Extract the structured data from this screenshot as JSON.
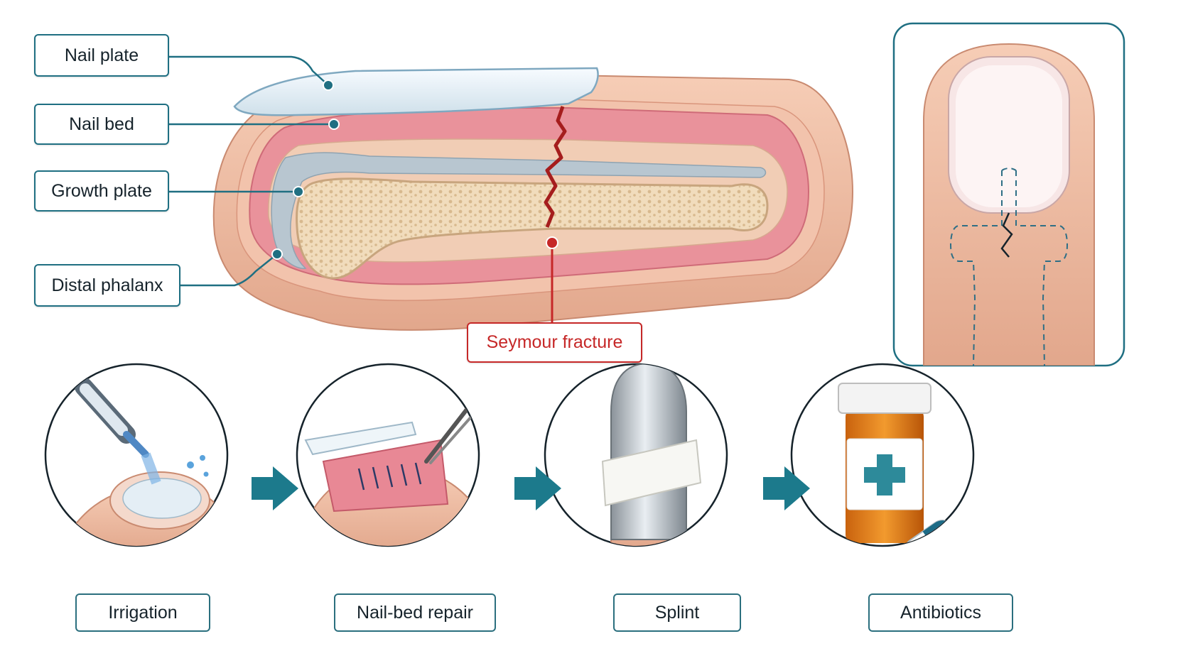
{
  "labels": {
    "nail_plate": "Nail plate",
    "nail_bed": "Nail bed",
    "growth_plate": "Growth plate",
    "distal_phalanx": "Distal phalanx",
    "seymour_fracture": "Seymour fracture"
  },
  "steps": [
    {
      "label": "Irrigation",
      "icon": "syringe-irrigation-icon"
    },
    {
      "label": "Nail-bed repair",
      "icon": "suture-forceps-icon"
    },
    {
      "label": "Splint",
      "icon": "finger-splint-icon"
    },
    {
      "label": "Antibiotics",
      "icon": "pill-bottle-icon"
    }
  ],
  "colors": {
    "label_border": "#1f6f82",
    "fracture_red": "#c62828",
    "arrow_teal": "#1c7a8c",
    "skin": "#eab8a0",
    "nail_bed_pink": "#e48e98",
    "bone": "#f3dfc0",
    "growth_plate_blue": "#aebfcb"
  }
}
